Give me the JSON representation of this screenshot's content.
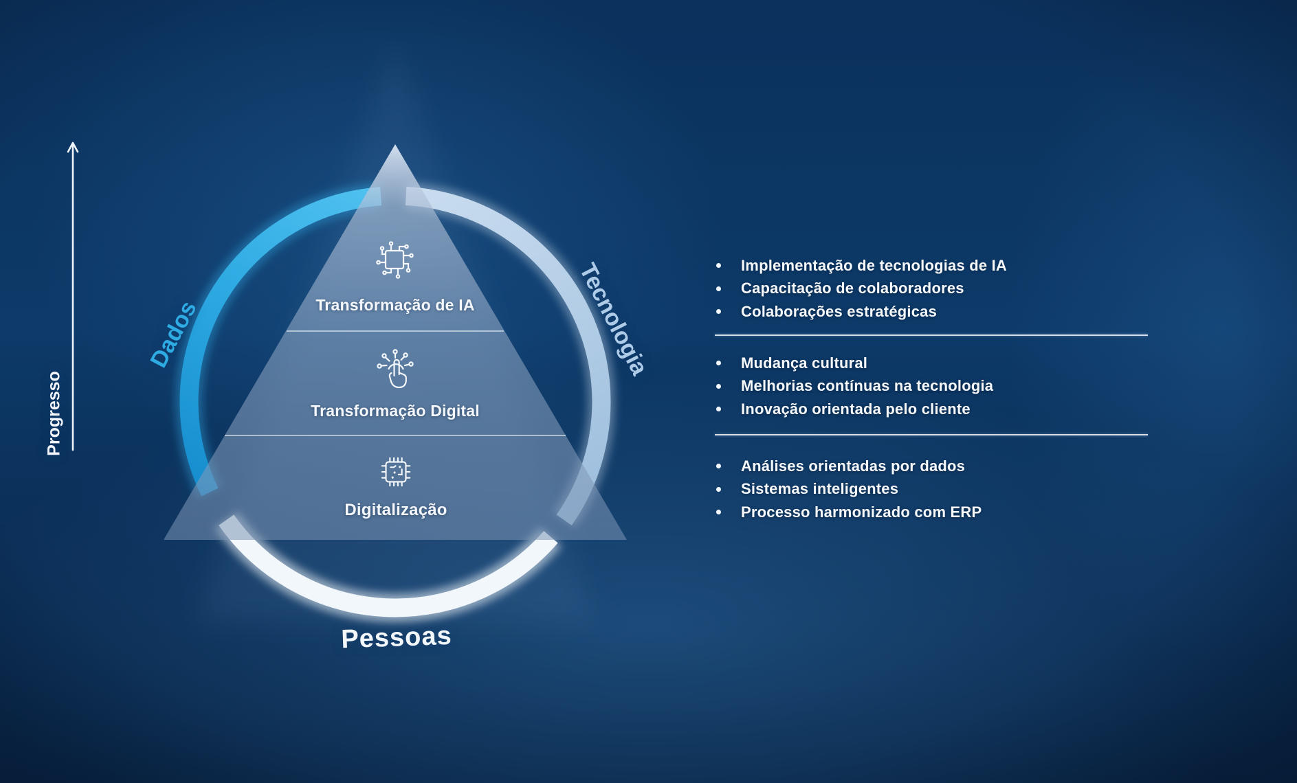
{
  "progress_axis": {
    "label": "Progresso"
  },
  "ring": {
    "dados": {
      "label": "Dados",
      "color": "#2fabe3"
    },
    "tecnologia": {
      "label": "Tecnologia",
      "color": "#aecbe8"
    },
    "pessoas": {
      "label": "Pessoas",
      "color": "#f2f7fc"
    }
  },
  "pyramid": {
    "levels": [
      {
        "label": "Transformação de IA",
        "icon": "ai-circuit-icon"
      },
      {
        "label": "Transformação Digital",
        "icon": "tap-gesture-icon"
      },
      {
        "label": "Digitalização",
        "icon": "cpu-chip-icon"
      }
    ]
  },
  "panels": [
    {
      "items": [
        "Implementação de tecnologias de IA",
        "Capacitação de colaboradores",
        "Colaborações estratégicas"
      ]
    },
    {
      "items": [
        "Mudança cultural",
        "Melhorias contínuas na tecnologia",
        "Inovação orientada pelo cliente"
      ]
    },
    {
      "items": [
        "Análises orientadas por dados",
        "Sistemas inteligentes",
        "Processo harmonizado com ERP"
      ]
    }
  ],
  "colors": {
    "background_navy": "#0b2f58",
    "arc_blue": "#2fabe3",
    "arc_pale_blue": "#b5d1ea",
    "arc_white": "#f2f7fc"
  }
}
